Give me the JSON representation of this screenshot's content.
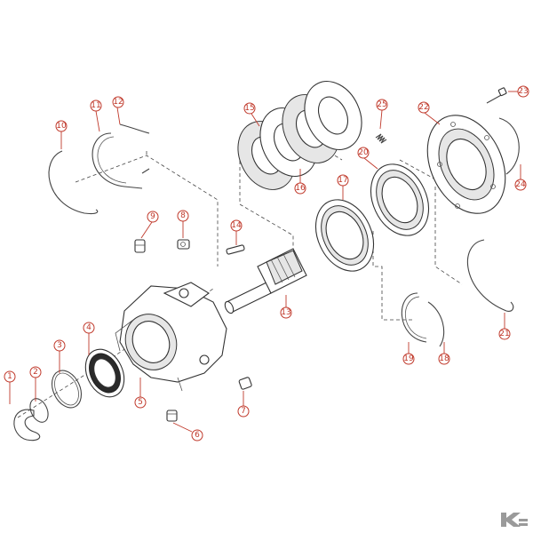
{
  "callouts": [
    {
      "id": "1",
      "label": "1"
    },
    {
      "id": "2",
      "label": "2"
    },
    {
      "id": "3",
      "label": "3"
    },
    {
      "id": "4",
      "label": "4"
    },
    {
      "id": "5",
      "label": "5"
    },
    {
      "id": "6",
      "label": "6"
    },
    {
      "id": "7",
      "label": "7"
    },
    {
      "id": "8",
      "label": "8"
    },
    {
      "id": "9",
      "label": "9"
    },
    {
      "id": "10",
      "label": "10"
    },
    {
      "id": "11",
      "label": "11"
    },
    {
      "id": "12",
      "label": "12"
    },
    {
      "id": "13",
      "label": "13"
    },
    {
      "id": "14",
      "label": "14"
    },
    {
      "id": "15",
      "label": "15"
    },
    {
      "id": "16",
      "label": "16"
    },
    {
      "id": "17",
      "label": "17"
    },
    {
      "id": "18",
      "label": "18"
    },
    {
      "id": "19",
      "label": "19"
    },
    {
      "id": "20",
      "label": "20"
    },
    {
      "id": "21",
      "label": "21"
    },
    {
      "id": "22",
      "label": "22"
    },
    {
      "id": "23",
      "label": "23"
    },
    {
      "id": "24",
      "label": "24"
    },
    {
      "id": "25",
      "label": "25"
    }
  ],
  "colors": {
    "callout": "#c0392b",
    "line": "#333333",
    "logo": "#9a9a9a"
  },
  "brand_logo_icon": "k-brand-logo-icon"
}
